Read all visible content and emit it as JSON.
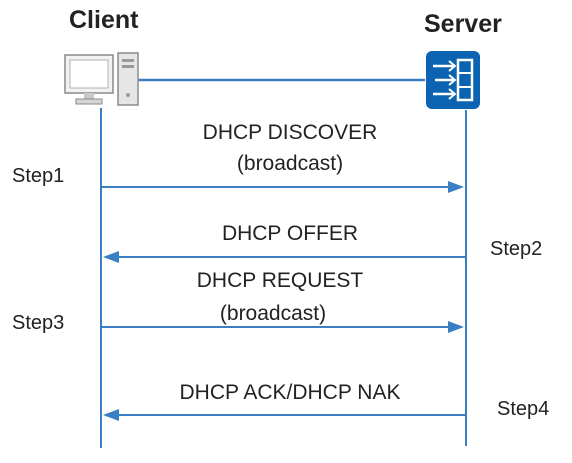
{
  "client": {
    "title": "Client",
    "icon": "computer-icon"
  },
  "server": {
    "title": "Server",
    "icon": "server-icon"
  },
  "colors": {
    "line": "#3a7fc4",
    "server_fill": "#0b63b1",
    "text": "#222222"
  },
  "steps": [
    {
      "label": "Step1",
      "message": "DHCP DISCOVER",
      "note": "(broadcast)",
      "direction": "client-to-server"
    },
    {
      "label": "Step2",
      "message": "DHCP OFFER",
      "note": "",
      "direction": "server-to-client"
    },
    {
      "label": "Step3",
      "message": "DHCP REQUEST",
      "note": "(broadcast)",
      "direction": "client-to-server"
    },
    {
      "label": "Step4",
      "message": "DHCP ACK/DHCP NAK",
      "note": "",
      "direction": "server-to-client"
    }
  ]
}
